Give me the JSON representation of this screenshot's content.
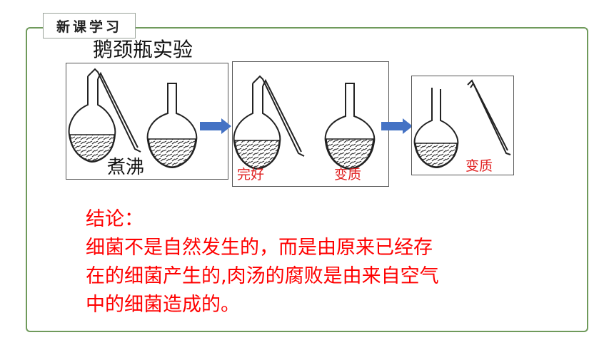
{
  "header": {
    "tag": "新课学习",
    "title": "鹅颈瓶实验"
  },
  "panels": {
    "p1_label": "煮沸",
    "p2_left_label": "完好",
    "p2_right_label": "变质",
    "p3_label": "变质"
  },
  "conclusion": {
    "heading": "结论：",
    "line1": "细菌不是自然发生的，而是由原来已经存",
    "line2": "在的细菌产生的,肉汤的腐败是由来自空气",
    "line3": "中的细菌造成的。"
  },
  "colors": {
    "frame": "#6f9a5b",
    "text_red": "#ff0000",
    "arrow": "#4472c4"
  }
}
